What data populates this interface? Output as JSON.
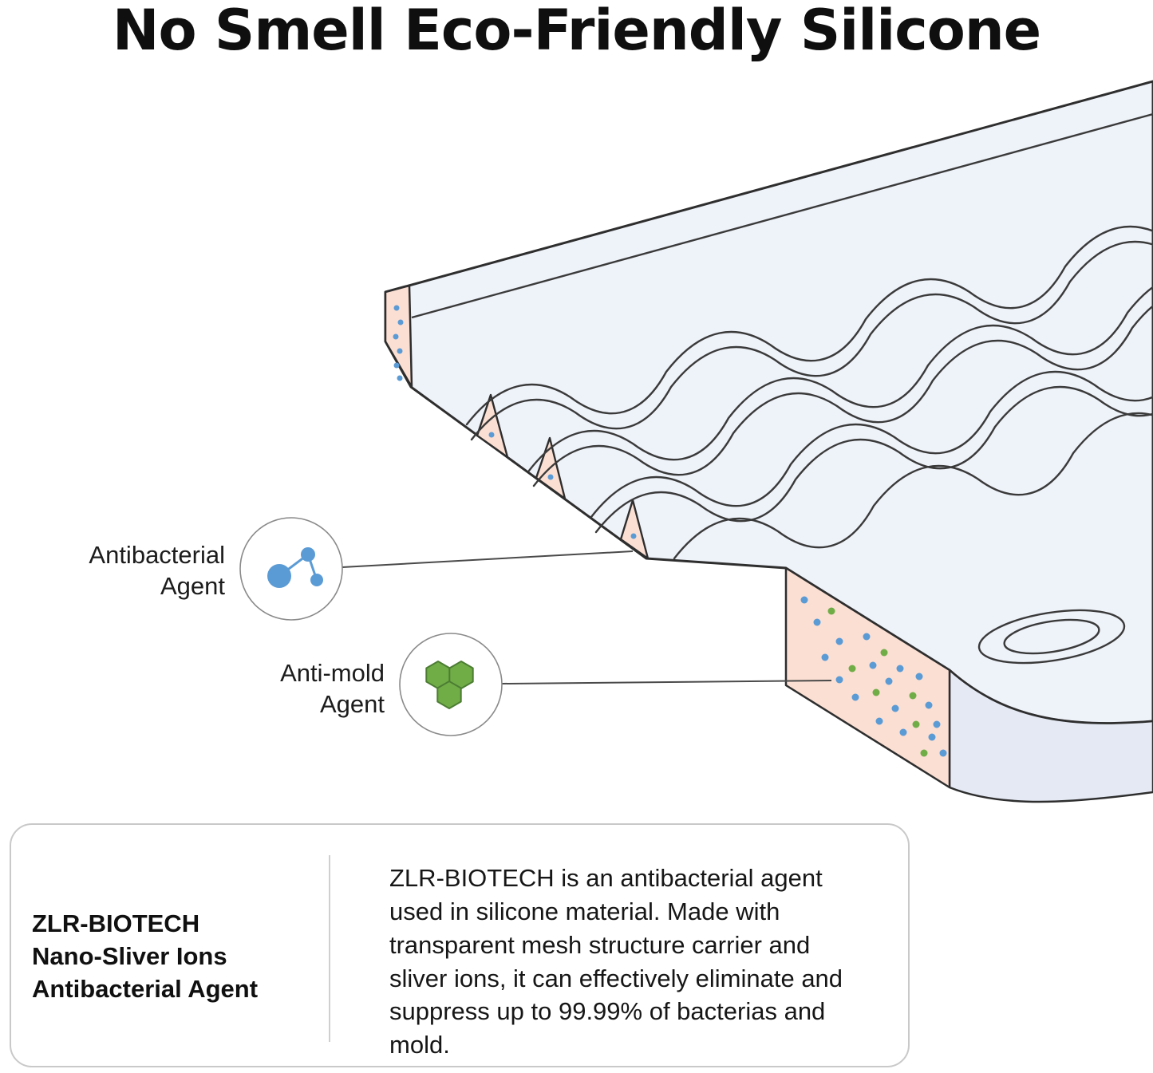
{
  "title": "No Smell Eco-Friendly Silicone",
  "callouts": {
    "antibacterial": {
      "line1": "Antibacterial",
      "line2": "Agent"
    },
    "antimold": {
      "line1": "Anti-mold",
      "line2": "Agent"
    }
  },
  "info_box": {
    "heading_line1": "ZLR-BIOTECH",
    "heading_line2": "Nano-Sliver Ions",
    "heading_line3": "Antibacterial Agent",
    "body": "ZLR-BIOTECH is an antibacterial agent used in silicone material. Made with transparent mesh structure carrier and sliver ions, it can effectively eliminate and suppress up to 99.99% of bacterias and mold."
  },
  "colors": {
    "agent_blue": "#5b9bd5",
    "agent_green": "#70ad47",
    "cut_face_pink": "#fbdfd3",
    "mat_surface": "#eef2f9",
    "mat_side": "#e4e9f3",
    "outline": "#2e2e2e"
  }
}
